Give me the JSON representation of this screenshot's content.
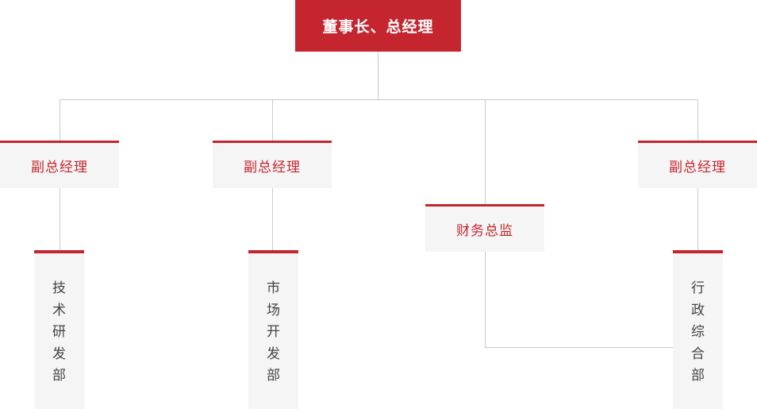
{
  "chart": {
    "title_node": {
      "label": "董事长、总经理",
      "style": "filled-red"
    },
    "colors": {
      "accent_red": "#c4252f",
      "box_fill": "#f5f5f5",
      "line_gray": "#c9c9c9",
      "dept_text": "#444444",
      "top_text": "#ffffff"
    },
    "level2": [
      {
        "label": "副总经理"
      },
      {
        "label": "副总经理"
      },
      {
        "label": "副总经理"
      }
    ],
    "finance": {
      "label": "财务总监"
    },
    "departments": [
      {
        "label": "技术研发部"
      },
      {
        "label": "市场开发部"
      },
      {
        "label": "行政综合部"
      }
    ]
  }
}
